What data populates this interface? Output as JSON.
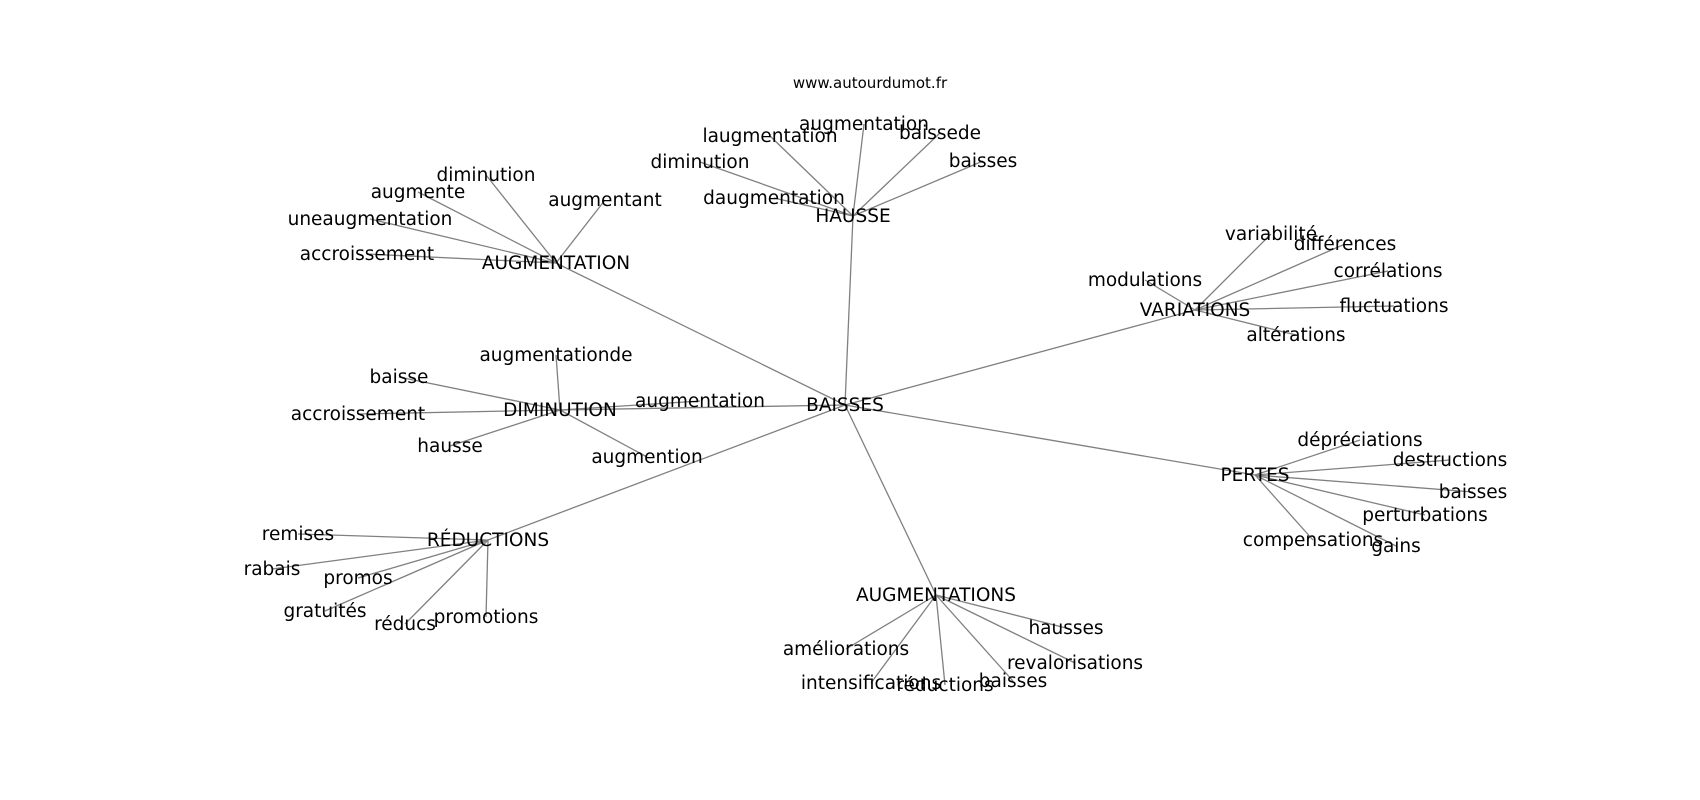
{
  "source": "www.autourdumot.fr",
  "center": "BAISSES",
  "clusters": [
    {
      "hub": "HAUSSE",
      "leaves": [
        "augmentation",
        "laugmentation",
        "baissede",
        "baisses",
        "diminution",
        "daugmentation"
      ]
    },
    {
      "hub": "AUGMENTATION",
      "leaves": [
        "diminution",
        "augmente",
        "augmentant",
        "uneaugmentation",
        "accroissement"
      ]
    },
    {
      "hub": "VARIATIONS",
      "leaves": [
        "variabilité",
        "différences",
        "corrélations",
        "modulations",
        "fluctuations",
        "altérations"
      ]
    },
    {
      "hub": "DIMINUTION",
      "leaves": [
        "augmentationde",
        "baisse",
        "augmentation",
        "accroissement",
        "hausse",
        "augmention"
      ]
    },
    {
      "hub": "PERTES",
      "leaves": [
        "dépréciations",
        "destructions",
        "baisses",
        "perturbations",
        "compensations",
        "gains"
      ]
    },
    {
      "hub": "RÉDUCTIONS",
      "leaves": [
        "remises",
        "rabais",
        "promos",
        "gratuités",
        "réducs",
        "promotions"
      ]
    },
    {
      "hub": "AUGMENTATIONS",
      "leaves": [
        "hausses",
        "améliorations",
        "revalorisations",
        "intensifications",
        "réductions",
        "baisses"
      ]
    }
  ]
}
